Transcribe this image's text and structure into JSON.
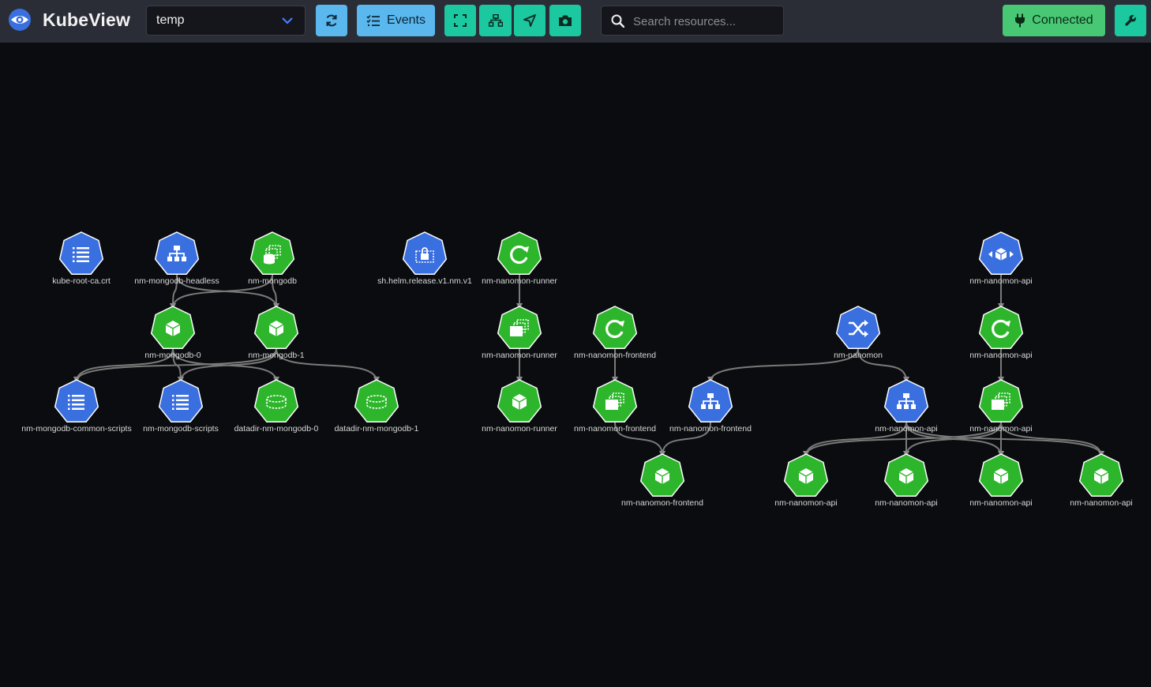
{
  "app": {
    "title": "KubeView"
  },
  "namespace": {
    "selected": "temp"
  },
  "toolbar": {
    "events_label": "Events"
  },
  "search": {
    "placeholder": "Search resources..."
  },
  "status": {
    "label": "Connected"
  },
  "colors": {
    "green": "#2db62b",
    "blue": "#3a6fe0",
    "edge": "#7a7a7a",
    "background": "#0b0c0f"
  },
  "graph": {
    "nodes": [
      {
        "id": "cm-root",
        "label": "kube-root-ca.crt",
        "kind": "configmap",
        "color": "blue"
      },
      {
        "id": "svc-headless",
        "label": "nm-mongodb-headless",
        "kind": "service",
        "color": "blue"
      },
      {
        "id": "sts-mongo",
        "label": "nm-mongodb",
        "kind": "statefulset",
        "color": "green"
      },
      {
        "id": "secret-helm",
        "label": "sh.helm.release.v1.nm.v1",
        "kind": "secret",
        "color": "blue"
      },
      {
        "id": "deploy-runner",
        "label": "nm-nanomon-runner",
        "kind": "deployment",
        "color": "green"
      },
      {
        "id": "deploy-api",
        "label": "nm-nanomon-api",
        "kind": "hpa",
        "color": "blue"
      },
      {
        "id": "pod-mongo-0",
        "label": "nm-mongodb-0",
        "kind": "pod",
        "color": "green"
      },
      {
        "id": "pod-mongo-1",
        "label": "nm-mongodb-1",
        "kind": "pod",
        "color": "green"
      },
      {
        "id": "rs-runner",
        "label": "nm-nanomon-runner",
        "kind": "replicaset",
        "color": "green"
      },
      {
        "id": "deploy-frontend",
        "label": "nm-nanomon-frontend",
        "kind": "deployment",
        "color": "green"
      },
      {
        "id": "ing-nanomon",
        "label": "nm-nanomon",
        "kind": "ingress",
        "color": "blue"
      },
      {
        "id": "deploy-api2",
        "label": "nm-nanomon-api",
        "kind": "deployment",
        "color": "green"
      },
      {
        "id": "cm-common",
        "label": "nm-mongodb-common-scripts",
        "kind": "configmap",
        "color": "blue"
      },
      {
        "id": "cm-scripts",
        "label": "nm-mongodb-scripts",
        "kind": "configmap",
        "color": "blue"
      },
      {
        "id": "pvc-0",
        "label": "datadir-nm-mongodb-0",
        "kind": "pvc",
        "color": "green"
      },
      {
        "id": "pvc-1",
        "label": "datadir-nm-mongodb-1",
        "kind": "pvc",
        "color": "green"
      },
      {
        "id": "pod-runner",
        "label": "nm-nanomon-runner",
        "kind": "pod",
        "color": "green"
      },
      {
        "id": "rs-frontend",
        "label": "nm-nanomon-frontend",
        "kind": "replicaset",
        "color": "green"
      },
      {
        "id": "svc-frontend",
        "label": "nm-nanomon-frontend",
        "kind": "service",
        "color": "blue"
      },
      {
        "id": "svc-api",
        "label": "nm-nanomon-api",
        "kind": "service",
        "color": "blue"
      },
      {
        "id": "rs-api",
        "label": "nm-nanomon-api",
        "kind": "replicaset",
        "color": "green"
      },
      {
        "id": "pod-frontend",
        "label": "nm-nanomon-frontend",
        "kind": "pod",
        "color": "green"
      },
      {
        "id": "pod-api-1",
        "label": "nm-nanomon-api",
        "kind": "pod",
        "color": "green"
      },
      {
        "id": "pod-api-2",
        "label": "nm-nanomon-api",
        "kind": "pod",
        "color": "green"
      },
      {
        "id": "pod-api-3",
        "label": "nm-nanomon-api",
        "kind": "pod",
        "color": "green"
      },
      {
        "id": "pod-api-4",
        "label": "nm-nanomon-api",
        "kind": "pod",
        "color": "green"
      }
    ],
    "edges": [
      [
        "svc-headless",
        "pod-mongo-0"
      ],
      [
        "svc-headless",
        "pod-mongo-1"
      ],
      [
        "sts-mongo",
        "pod-mongo-0"
      ],
      [
        "sts-mongo",
        "pod-mongo-1"
      ],
      [
        "pod-mongo-0",
        "cm-common"
      ],
      [
        "pod-mongo-0",
        "cm-scripts"
      ],
      [
        "pod-mongo-0",
        "pvc-0"
      ],
      [
        "pod-mongo-1",
        "cm-common"
      ],
      [
        "pod-mongo-1",
        "cm-scripts"
      ],
      [
        "pod-mongo-1",
        "pvc-1"
      ],
      [
        "deploy-runner",
        "rs-runner"
      ],
      [
        "rs-runner",
        "pod-runner"
      ],
      [
        "deploy-frontend",
        "rs-frontend"
      ],
      [
        "rs-frontend",
        "pod-frontend"
      ],
      [
        "svc-frontend",
        "pod-frontend"
      ],
      [
        "ing-nanomon",
        "svc-frontend"
      ],
      [
        "ing-nanomon",
        "svc-api"
      ],
      [
        "deploy-api",
        "deploy-api2"
      ],
      [
        "deploy-api2",
        "rs-api"
      ],
      [
        "svc-api",
        "pod-api-1"
      ],
      [
        "svc-api",
        "pod-api-2"
      ],
      [
        "svc-api",
        "pod-api-3"
      ],
      [
        "svc-api",
        "pod-api-4"
      ],
      [
        "rs-api",
        "pod-api-1"
      ],
      [
        "rs-api",
        "pod-api-2"
      ],
      [
        "rs-api",
        "pod-api-3"
      ],
      [
        "rs-api",
        "pod-api-4"
      ]
    ]
  }
}
